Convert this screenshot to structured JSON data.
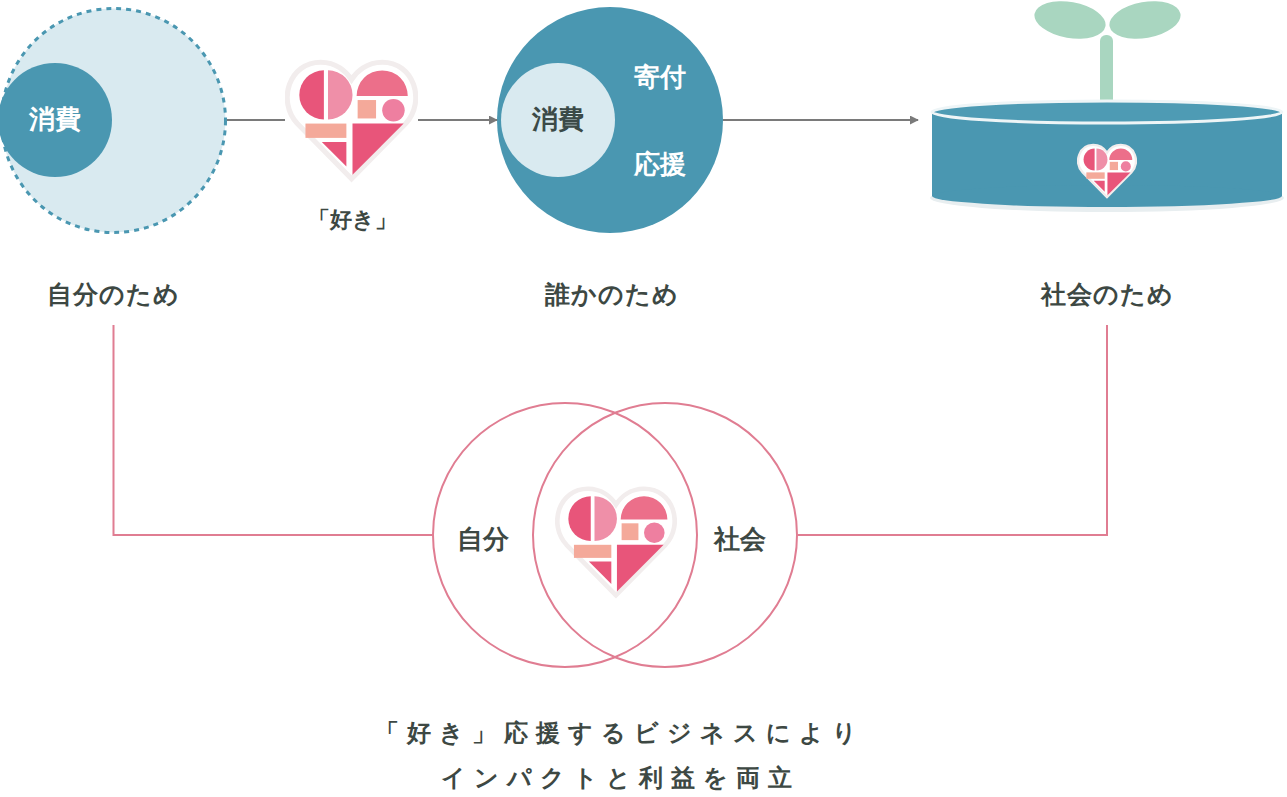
{
  "diagram": {
    "caption": "「好き」応援するビジネスにより インパクトと利益を両立",
    "nodes": [
      {
        "text": [
          "自分のため"
        ]
      },
      {
        "text": [
          "消費"
        ],
        "in": 0
      },
      {
        "text": [
          "「好き」"
        ]
      },
      {
        "text": [
          "寄付",
          "応援",
          "誰かのため"
        ]
      },
      {
        "text": [
          "消費"
        ],
        "in": 3
      },
      {
        "text": [
          "社会のため"
        ]
      },
      {
        "text": [
          "自分"
        ]
      },
      {
        "text": [
          "社会"
        ]
      }
    ],
    "edges": [
      {
        "from": 0,
        "to": 2,
        "arrow": "none"
      },
      {
        "from": 2,
        "to": 3,
        "arrow": "to"
      },
      {
        "from": 3,
        "to": 5,
        "arrow": "to"
      },
      {
        "from": 0,
        "to": 6,
        "arrow": "none"
      },
      {
        "from": 5,
        "to": 7,
        "arrow": "none"
      }
    ]
  }
}
